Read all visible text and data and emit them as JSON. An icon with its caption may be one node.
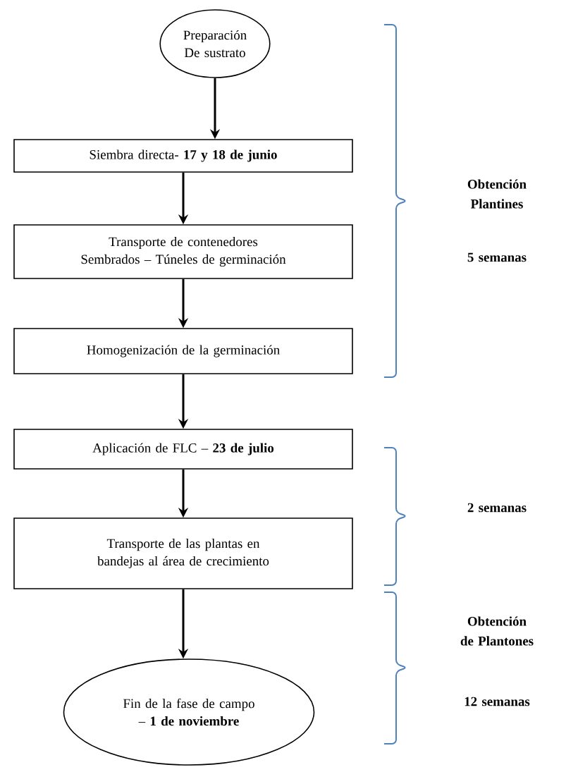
{
  "diagram": {
    "nodes": [
      {
        "text": [
          "Preparación De sustrato"
        ]
      },
      {
        "text": [
          "Siembra directa- **17 y 18 de junio**"
        ]
      },
      {
        "text": [
          "Transporte de contenedores Sembrados – Túneles de germinación"
        ]
      },
      {
        "text": [
          "Homogenización de la germinación"
        ]
      },
      {
        "text": [
          "Aplicación de FLC – **23 de julio**"
        ]
      },
      {
        "text": [
          "Transporte de las plantas en bandejas al área de crecimiento"
        ]
      },
      {
        "text": [
          "Fin de la fase de campo – **1 de noviembre**"
        ]
      }
    ],
    "edges": [
      {
        "from": 0,
        "to": 1,
        "arrow": "to"
      },
      {
        "from": 1,
        "to": 2,
        "arrow": "to"
      },
      {
        "from": 2,
        "to": 3,
        "arrow": "to"
      },
      {
        "from": 3,
        "to": 4,
        "arrow": "to"
      },
      {
        "from": 4,
        "to": 5,
        "arrow": "to"
      },
      {
        "from": 5,
        "to": 6,
        "arrow": "to"
      }
    ],
    "labels": [
      "Obtención Plantines",
      "5 semanas",
      "2 semanas",
      "Obtención de Plantones",
      "12 semanas"
    ]
  }
}
